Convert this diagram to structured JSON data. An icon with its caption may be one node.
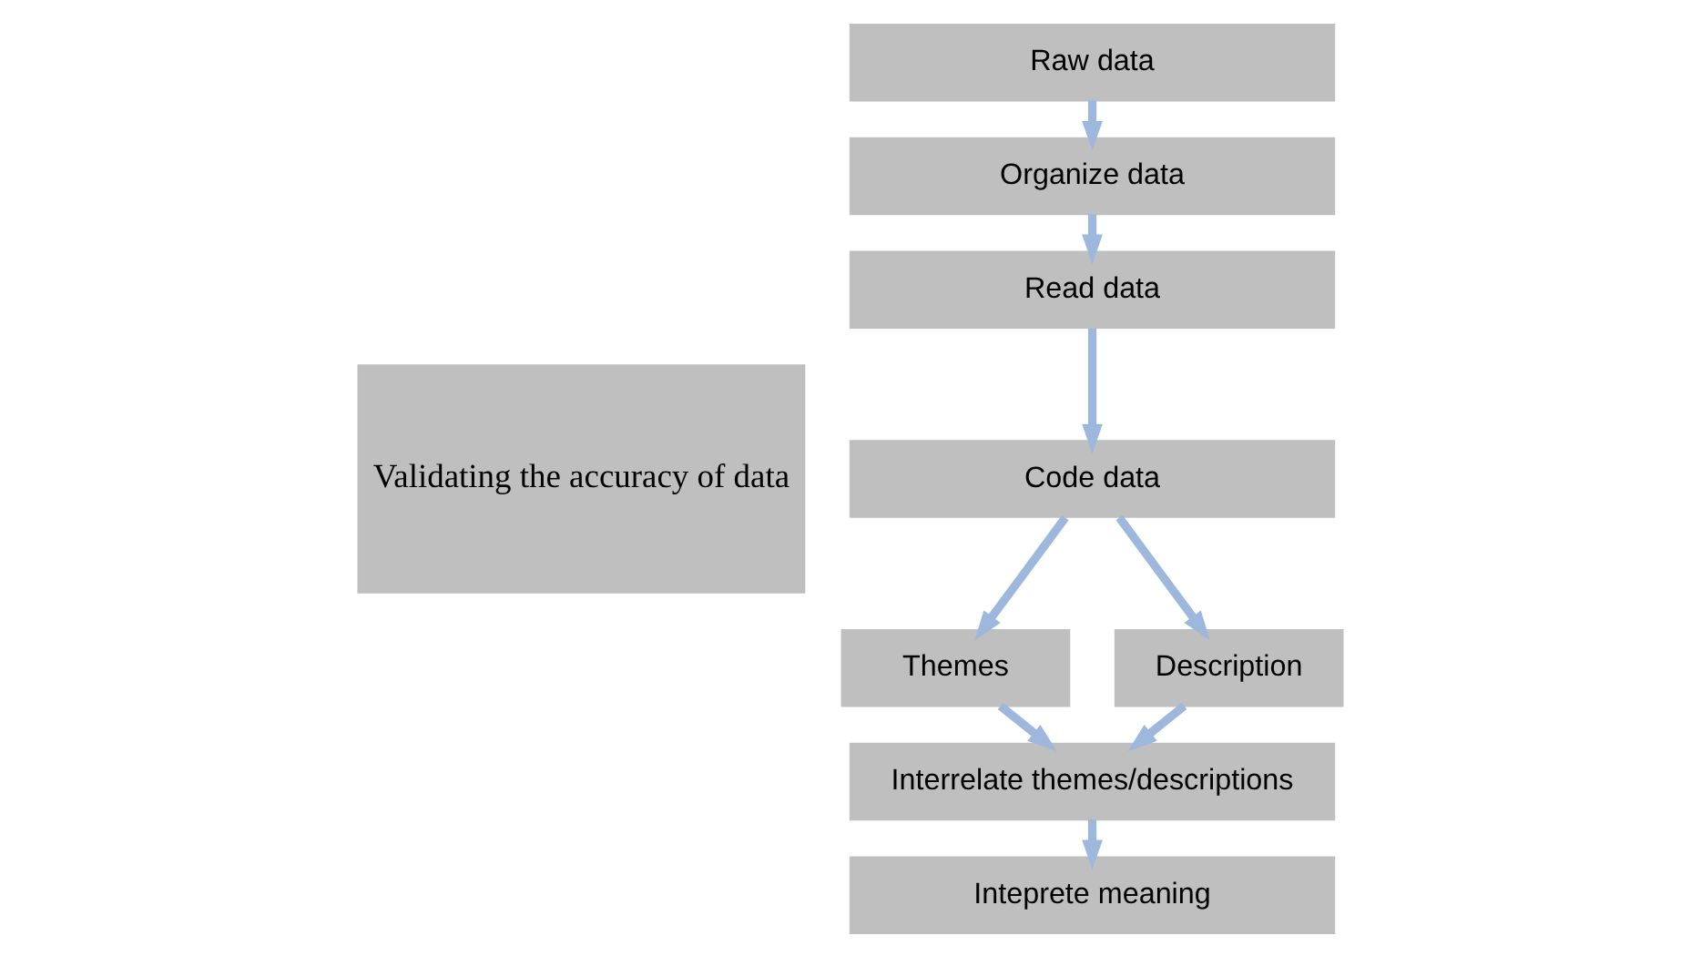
{
  "diagram": {
    "nodes": [
      {
        "text": [
          "Validating the accuracy of data"
        ]
      },
      {
        "text": [
          "Raw data"
        ]
      },
      {
        "text": [
          "Organize data"
        ]
      },
      {
        "text": [
          "Read data"
        ]
      },
      {
        "text": [
          "Code data"
        ]
      },
      {
        "text": [
          "Themes"
        ]
      },
      {
        "text": [
          "Description"
        ]
      },
      {
        "text": [
          "Interrelate themes/descriptions"
        ]
      },
      {
        "text": [
          "Inteprete meaning"
        ]
      }
    ],
    "edges": [
      {
        "from": 1,
        "to": 2,
        "arrow": "to"
      },
      {
        "from": 2,
        "to": 3,
        "arrow": "to"
      },
      {
        "from": 3,
        "to": 4,
        "arrow": "to"
      },
      {
        "from": 4,
        "to": 5,
        "arrow": "to"
      },
      {
        "from": 4,
        "to": 6,
        "arrow": "to"
      },
      {
        "from": 5,
        "to": 7,
        "arrow": "to"
      },
      {
        "from": 6,
        "to": 7,
        "arrow": "to"
      },
      {
        "from": 7,
        "to": 8,
        "arrow": "to"
      }
    ]
  }
}
